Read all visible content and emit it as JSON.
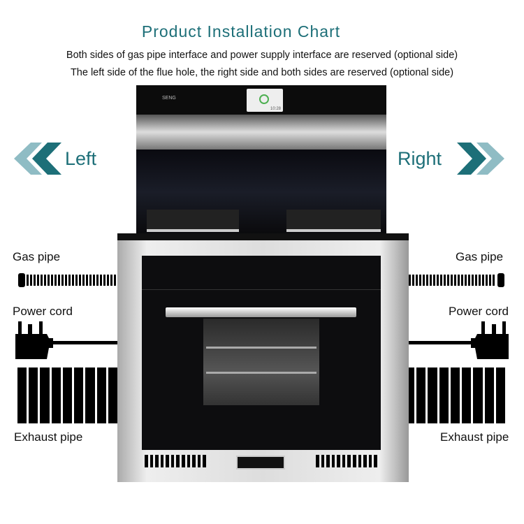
{
  "title": "Product Installation Chart",
  "subtitle_lines": [
    "Both sides of gas pipe interface and power supply interface are reserved (optional side)",
    "The left side of the flue hole, the right side and both sides are reserved (optional side)"
  ],
  "left": {
    "label": "Left",
    "gas": "Gas pipe",
    "power": "Power cord",
    "exhaust": "Exhaust pipe"
  },
  "right": {
    "label": "Right",
    "gas": "Gas pipe",
    "power": "Power cord",
    "exhaust": "Exhaust pipe"
  },
  "appliance": {
    "brand": "SENG",
    "clock": "10:28"
  },
  "colors": {
    "accent": "#1d6f78",
    "accent_light": "#8fbcc4"
  }
}
